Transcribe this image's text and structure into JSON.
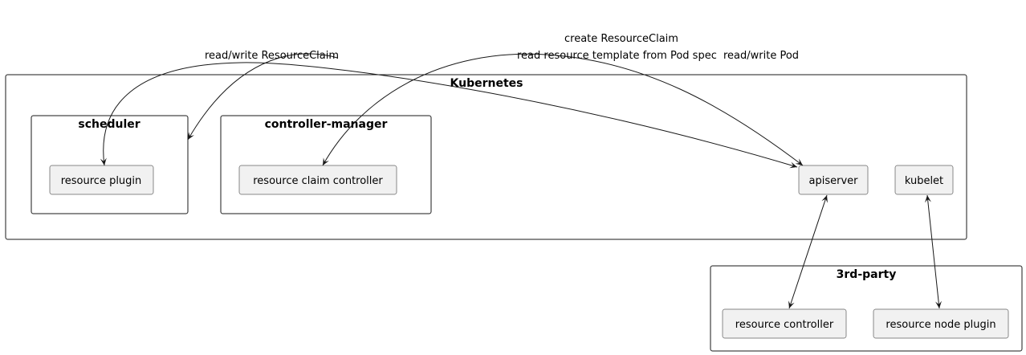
{
  "clusters": {
    "kubernetes": "Kubernetes",
    "scheduler": "scheduler",
    "controller_manager": "controller-manager",
    "third_party": "3rd-party"
  },
  "nodes": {
    "resource_plugin": "resource plugin",
    "resource_claim_controller": "resource claim controller",
    "apiserver": "apiserver",
    "kubelet": "kubelet",
    "resource_controller": "resource controller",
    "resource_node_plugin": "resource node plugin"
  },
  "edges": {
    "rw_claim": "read/write ResourceClaim",
    "read_template": "read resource template from Pod spec",
    "create_claim": "create ResourceClaim",
    "rw_pod": "read/write Pod"
  }
}
